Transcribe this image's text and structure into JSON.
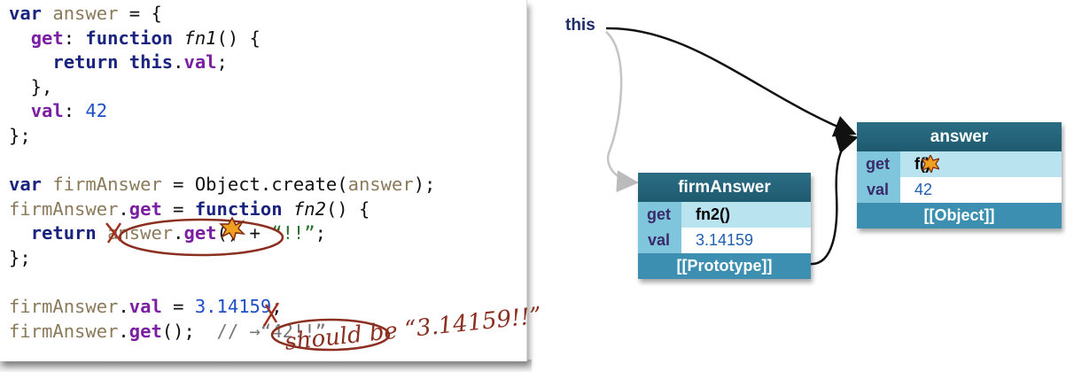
{
  "code": {
    "lines": [
      [
        {
          "t": "var ",
          "c": "kw"
        },
        {
          "t": "answer",
          "c": "id"
        },
        {
          "t": " = {",
          "c": "plain"
        }
      ],
      [
        {
          "t": "  ",
          "c": "plain"
        },
        {
          "t": "get",
          "c": "prop"
        },
        {
          "t": ": ",
          "c": "plain"
        },
        {
          "t": "function ",
          "c": "kw"
        },
        {
          "t": "fn1",
          "c": "fnname"
        },
        {
          "t": "() {",
          "c": "plain"
        }
      ],
      [
        {
          "t": "    ",
          "c": "plain"
        },
        {
          "t": "return ",
          "c": "kw"
        },
        {
          "t": "this",
          "c": "kw"
        },
        {
          "t": ".",
          "c": "plain"
        },
        {
          "t": "val",
          "c": "prop"
        },
        {
          "t": ";",
          "c": "plain"
        }
      ],
      [
        {
          "t": "  },",
          "c": "plain"
        }
      ],
      [
        {
          "t": "  ",
          "c": "plain"
        },
        {
          "t": "val",
          "c": "prop"
        },
        {
          "t": ": ",
          "c": "plain"
        },
        {
          "t": "42",
          "c": "num"
        }
      ],
      [
        {
          "t": "};",
          "c": "plain"
        }
      ],
      [
        {
          "t": "",
          "c": "plain"
        }
      ],
      [
        {
          "t": "var ",
          "c": "kw"
        },
        {
          "t": "firmAnswer",
          "c": "id"
        },
        {
          "t": " = Object.create(",
          "c": "plain"
        },
        {
          "t": "answer",
          "c": "id"
        },
        {
          "t": ");",
          "c": "plain"
        }
      ],
      [
        {
          "t": "firmAnswer",
          "c": "id"
        },
        {
          "t": ".",
          "c": "plain"
        },
        {
          "t": "get",
          "c": "prop"
        },
        {
          "t": " = ",
          "c": "plain"
        },
        {
          "t": "function ",
          "c": "kw"
        },
        {
          "t": "fn2",
          "c": "fnname"
        },
        {
          "t": "() {",
          "c": "plain"
        }
      ],
      [
        {
          "t": "  ",
          "c": "plain"
        },
        {
          "t": "return ",
          "c": "kw"
        },
        {
          "t": "answer",
          "c": "id"
        },
        {
          "t": ".",
          "c": "plain"
        },
        {
          "t": "get",
          "c": "prop"
        },
        {
          "t": "() + ",
          "c": "plain"
        },
        {
          "t": "“!!”",
          "c": "str"
        },
        {
          "t": ";",
          "c": "plain"
        }
      ],
      [
        {
          "t": "};",
          "c": "plain"
        }
      ],
      [
        {
          "t": "",
          "c": "plain"
        }
      ],
      [
        {
          "t": "firmAnswer",
          "c": "id"
        },
        {
          "t": ".",
          "c": "plain"
        },
        {
          "t": "val",
          "c": "prop"
        },
        {
          "t": " = ",
          "c": "plain"
        },
        {
          "t": "3.14159",
          "c": "num"
        },
        {
          "t": ";",
          "c": "plain"
        }
      ],
      [
        {
          "t": "firmAnswer",
          "c": "id"
        },
        {
          "t": ".",
          "c": "plain"
        },
        {
          "t": "get",
          "c": "prop"
        },
        {
          "t": "();  ",
          "c": "plain"
        },
        {
          "t": "// ",
          "c": "cmt"
        },
        {
          "t": "→“42!!”",
          "c": "cmt"
        }
      ]
    ]
  },
  "annotation": {
    "should_be": "should be “3.14159!!”"
  },
  "diagram": {
    "this_label": "this",
    "answer": {
      "title": "answer",
      "rows": [
        {
          "key": "get",
          "value": "f()"
        },
        {
          "key": "val",
          "value": "42"
        }
      ],
      "footer": "[[Object]]"
    },
    "firmAnswer": {
      "title": "firmAnswer",
      "rows": [
        {
          "key": "get",
          "value": "fn2()"
        },
        {
          "key": "val",
          "value": "3.14159"
        }
      ],
      "footer": "[[Prototype]]"
    }
  },
  "colors": {
    "box_header": "#1e5a70",
    "box_key_bg": "#7fc6dc",
    "box_footer": "#3c8fb0",
    "annotation": "#8b2f20",
    "keyword": "#1a237e",
    "property": "#7b1fa2",
    "number": "#1e4fc8"
  }
}
